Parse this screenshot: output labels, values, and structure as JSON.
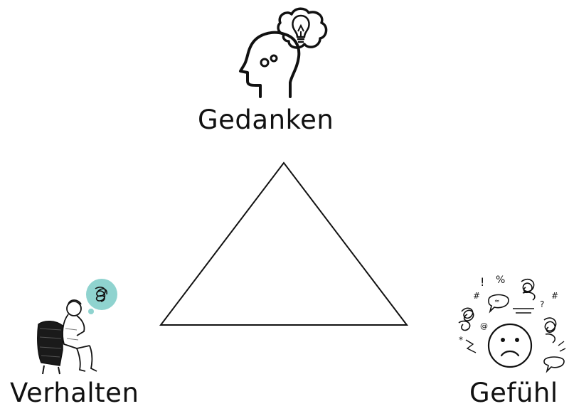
{
  "diagram": {
    "nodes": {
      "top": {
        "label": "Gedanken",
        "icon": "head-lightbulb-icon"
      },
      "left": {
        "label": "Verhalten",
        "icon": "sitting-person-icon"
      },
      "right": {
        "label": "Gefühl",
        "icon": "sad-face-scribble-icon"
      }
    }
  },
  "colors": {
    "stroke": "#111111",
    "thought_bubble_fill": "#8fd3cf",
    "background": "#ffffff"
  }
}
